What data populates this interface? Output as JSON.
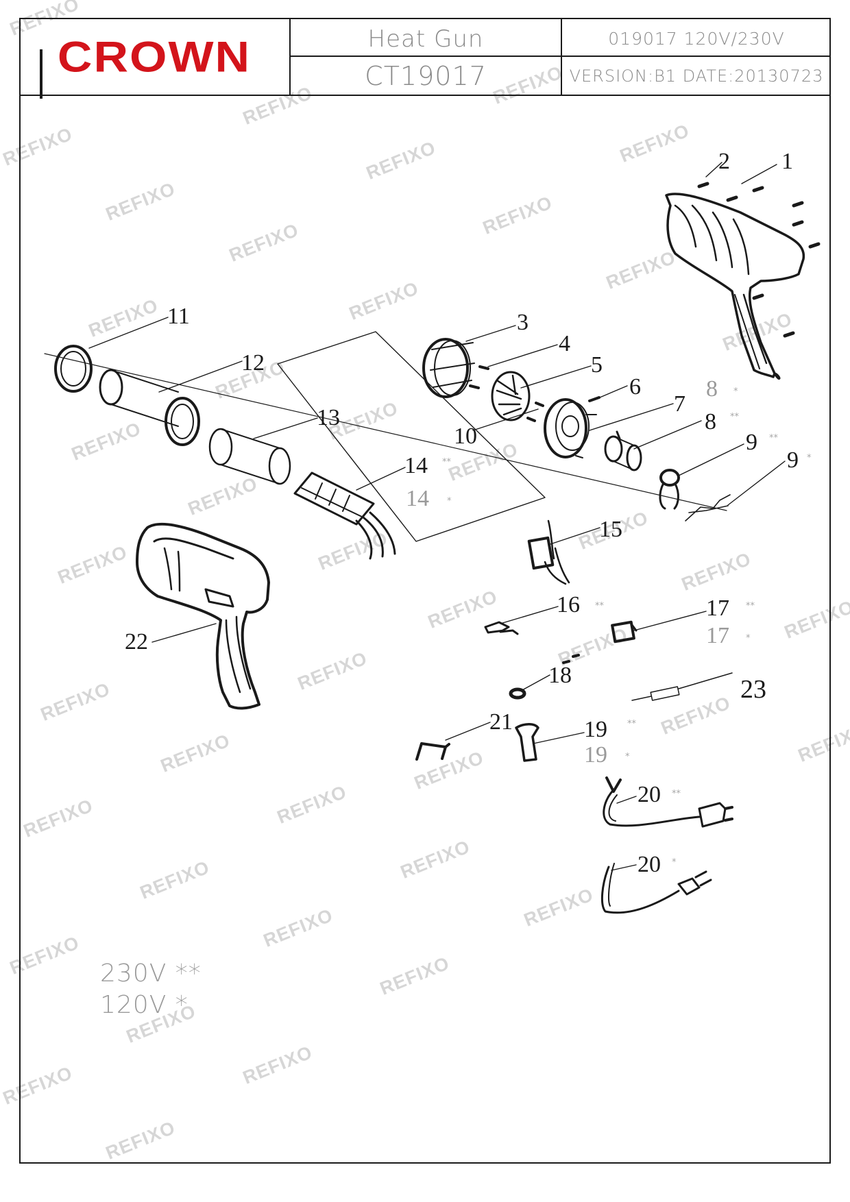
{
  "header": {
    "brand": "CROWN",
    "product_name": "Heat Gun",
    "model": "CT19017",
    "code_voltage": "019017 120V/230V",
    "version_date": "VERSION:B1 DATE:20130723"
  },
  "callouts": {
    "c1": "1",
    "c2": "2",
    "c3": "3",
    "c4": "4",
    "c5": "5",
    "c6": "6",
    "c7": "7",
    "c8a": "8",
    "c8b": "8",
    "c9a": "9",
    "c9b": "9",
    "c10": "10",
    "c11": "11",
    "c12": "12",
    "c13": "13",
    "c14a": "14",
    "c14b": "14",
    "c15": "15",
    "c16": "16",
    "c17a": "17",
    "c17b": "17",
    "c18": "18",
    "c19a": "19",
    "c19b": "19",
    "c20a": "20",
    "c20b": "20",
    "c21": "21",
    "c22": "22",
    "c23": "23"
  },
  "markers": {
    "double": "**",
    "single": "*"
  },
  "legend": {
    "v230": "230V  **",
    "v120": "120V  *"
  },
  "watermark": "REFIXO",
  "colors": {
    "brand_red": "#d3141b",
    "line": "#1a1a1a",
    "gray_text": "#8a8a8a",
    "watermark": "#d6d6d6"
  }
}
